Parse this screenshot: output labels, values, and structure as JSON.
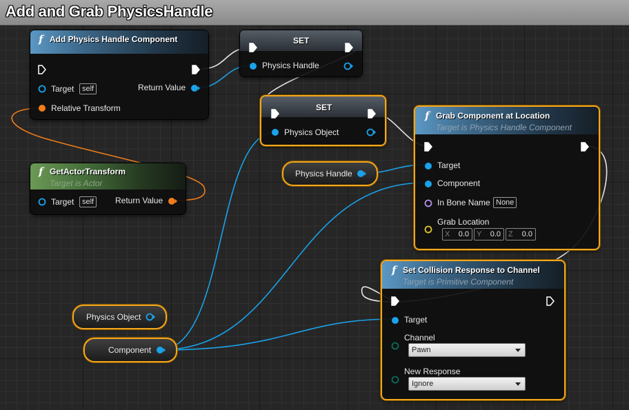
{
  "graph": {
    "title": "Add and Grab PhysicsHandle"
  },
  "colors": {
    "object_pin": "#1aa2ea",
    "transform_pin": "#f07d19",
    "name_pin": "#b78ee8",
    "vector_pin": "#e3c328",
    "byte_pin": "#0a6b5a",
    "exec_pin": "#ffffff",
    "selection": "#f3a71c"
  },
  "nodes": {
    "add_physics_handle": {
      "icon": "function-icon",
      "title": "Add Physics Handle Component",
      "target_label": "Target",
      "target_value": "self",
      "relative_transform_label": "Relative Transform",
      "return_value_label": "Return Value"
    },
    "get_actor_transform": {
      "icon": "function-icon",
      "title": "GetActorTransform",
      "subtitle": "Target is Actor",
      "target_label": "Target",
      "target_value": "self",
      "return_value_label": "Return Value"
    },
    "set_physics_handle": {
      "title": "SET",
      "pin_label": "Physics Handle"
    },
    "set_physics_object": {
      "title": "SET",
      "pin_label": "Physics Object"
    },
    "grab_component": {
      "icon": "function-icon",
      "title": "Grab Component at Location",
      "subtitle": "Target is Physics Handle Component",
      "target_label": "Target",
      "component_label": "Component",
      "bone_name_label": "In Bone Name",
      "bone_name_value": "None",
      "grab_location_label": "Grab Location",
      "x_label": "X",
      "x_value": "0.0",
      "y_label": "Y",
      "y_value": "0.0",
      "z_label": "Z",
      "z_value": "0.0"
    },
    "set_collision": {
      "icon": "function-icon",
      "title": "Set Collision Response to Channel",
      "subtitle": "Target is Primitive Component",
      "target_label": "Target",
      "channel_label": "Channel",
      "channel_value": "Pawn",
      "new_response_label": "New Response",
      "new_response_value": "Ignore"
    },
    "var_physics_handle": {
      "label": "Physics Handle"
    },
    "var_physics_object": {
      "label": "Physics Object"
    },
    "var_component": {
      "label": "Component"
    }
  }
}
